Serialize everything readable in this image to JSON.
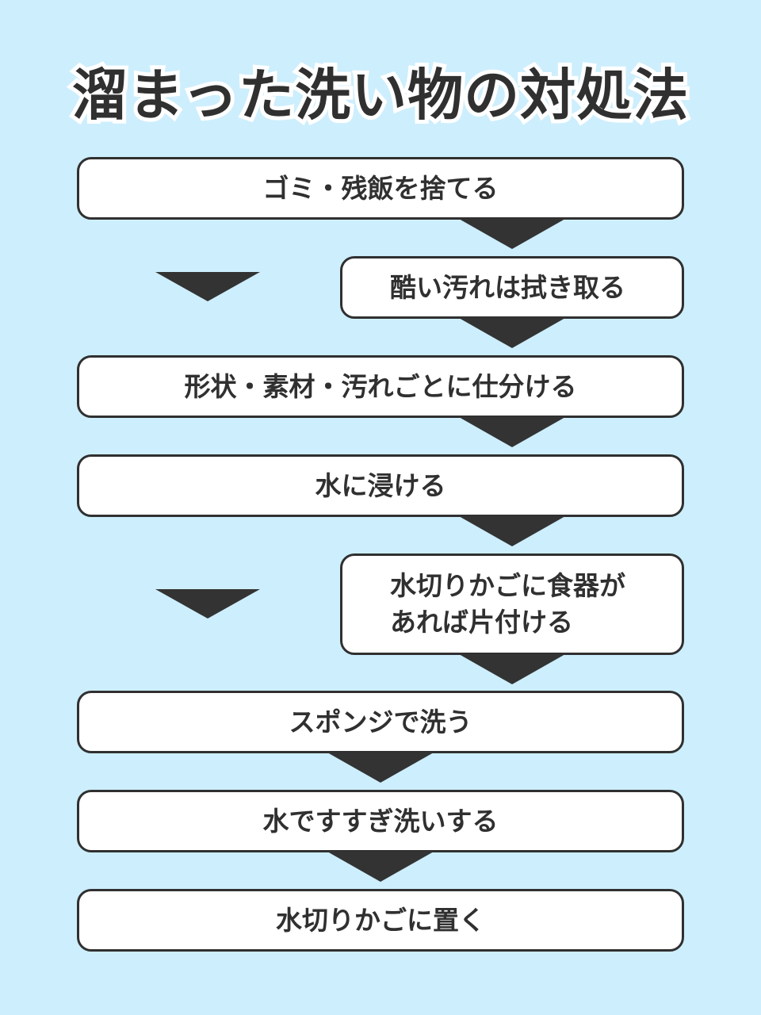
{
  "title": "溜まった洗い物の対処法",
  "steps": [
    {
      "label": "ゴミ・残飯を捨てる"
    },
    {
      "label": "酷い汚れは拭き取る"
    },
    {
      "label": "形状・素材・汚れごとに仕分ける"
    },
    {
      "label": "水に浸ける"
    },
    {
      "label": "水切りかごに食器が\nあれば片付ける"
    },
    {
      "label": "スポンジで洗う"
    },
    {
      "label": "水ですすぎ洗いする"
    },
    {
      "label": "水切りかごに置く"
    }
  ],
  "colors": {
    "background": "#cdeefd",
    "box_fill": "#ffffff",
    "outline": "#303030",
    "arrow": "#333333"
  }
}
